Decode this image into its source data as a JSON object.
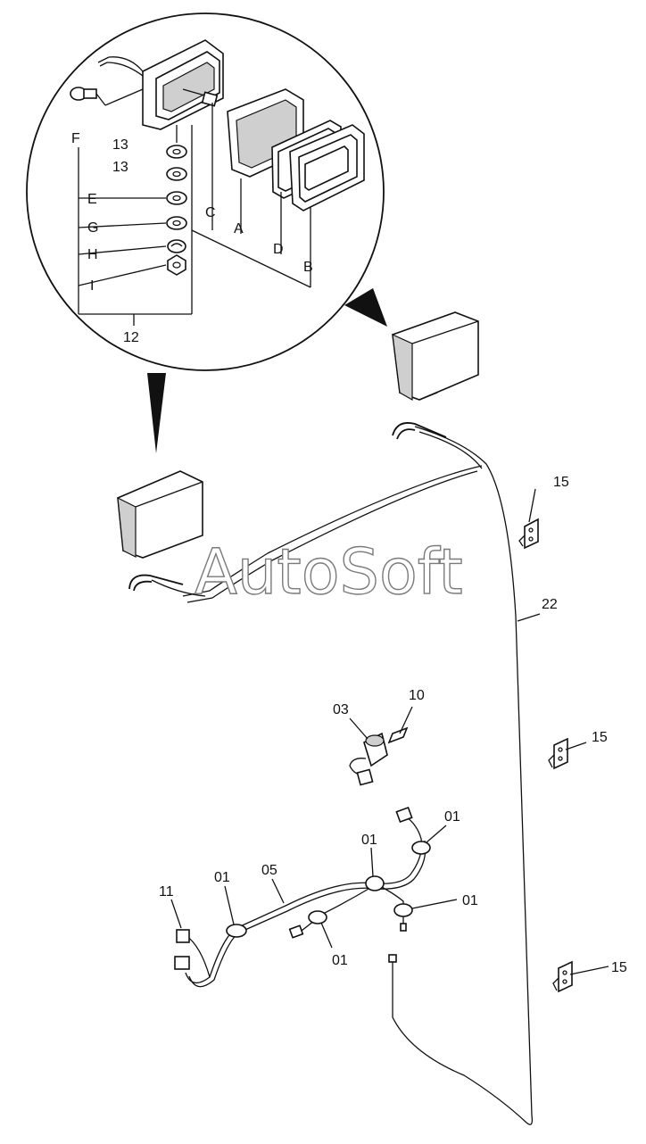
{
  "watermark": "AutoSoft",
  "callouts": {
    "F": "F",
    "13a": "13",
    "13b": "13",
    "E": "E",
    "G": "G",
    "H": "H",
    "I": "I",
    "12": "12",
    "C": "C",
    "A": "A",
    "D": "D",
    "B": "B",
    "15a": "15",
    "22": "22",
    "15b": "15",
    "10": "10",
    "03": "03",
    "01a": "01",
    "01b": "01",
    "11": "11",
    "01c": "01",
    "05": "05",
    "01d": "01",
    "01e": "01",
    "15c": "15"
  }
}
